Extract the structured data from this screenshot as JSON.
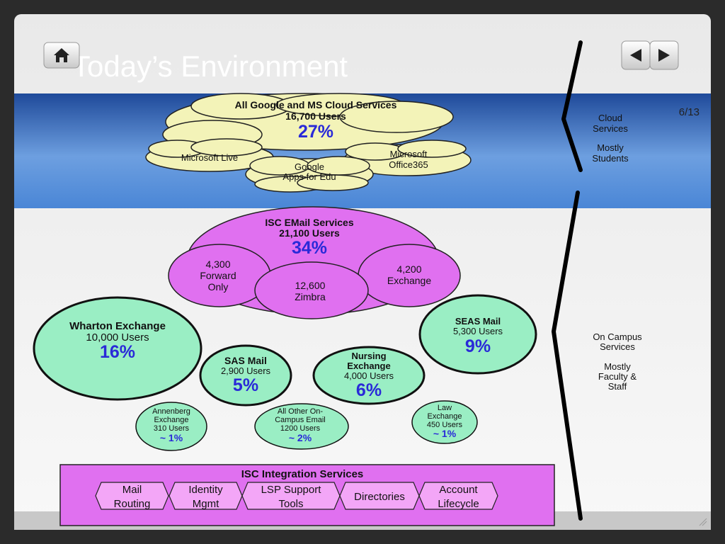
{
  "slide": {
    "title": "Today’s Environment",
    "page_number": "6/13"
  },
  "nav": {
    "home_icon": "home-icon",
    "prev_icon": "prev-arrow-icon",
    "next_icon": "next-arrow-icon"
  },
  "cloud_services": {
    "title": "All Google and MS Cloud Services",
    "users": "16,700 Users",
    "percent": "27%",
    "microsoft_live": "Microsoft Live",
    "google_line1": "Google",
    "google_line2": "Apps for Edu",
    "office_line1": "Microsoft",
    "office_line2": "Office365"
  },
  "isc_email": {
    "title": "ISC EMail Services",
    "users": "21,100 Users",
    "percent": "34%",
    "forward_line1": "4,300",
    "forward_line2": "Forward",
    "forward_line3": "Only",
    "zimbra_line1": "12,600",
    "zimbra_line2": "Zimbra",
    "exchange_line1": "4,200",
    "exchange_line2": "Exchange"
  },
  "wharton": {
    "title": "Wharton Exchange",
    "users": "10,000 Users",
    "percent": "16%"
  },
  "sas": {
    "title": "SAS Mail",
    "users": "2,900 Users",
    "percent": "5%"
  },
  "nursing": {
    "title_line1": "Nursing",
    "title_line2": "Exchange",
    "users": "4,000 Users",
    "percent": "6%"
  },
  "seas": {
    "title": "SEAS Mail",
    "users": "5,300 Users",
    "percent": "9%"
  },
  "annenberg": {
    "line1": "Annenberg",
    "line2": "Exchange",
    "users": "310 Users",
    "percent": "~ 1%"
  },
  "other": {
    "line1": "All Other On-",
    "line2": "Campus Email",
    "users": "1200 Users",
    "percent": "~ 2%"
  },
  "law": {
    "line1": "Law",
    "line2": "Exchange",
    "users": "450 Users",
    "percent": "~ 1%"
  },
  "integration": {
    "title": "ISC Integration Services",
    "items": [
      {
        "line1": "Mail",
        "line2": "Routing"
      },
      {
        "line1": "Identity",
        "line2": "Mgmt"
      },
      {
        "line1": "LSP Support",
        "line2": "Tools"
      },
      {
        "line1": "Directories",
        "line2": ""
      },
      {
        "line1": "Account",
        "line2": "Lifecycle"
      }
    ]
  },
  "side_labels": {
    "cloud_line1": "Cloud",
    "cloud_line2": "Services",
    "cloud_line3": "Mostly",
    "cloud_line4": "Students",
    "campus_line1": "On Campus",
    "campus_line2": "Services",
    "campus_line3": "Mostly",
    "campus_line4": "Faculty &",
    "campus_line5": "Staff"
  },
  "colors": {
    "cloud_fill": "#f3f3b8",
    "isc_fill": "#e070f0",
    "green_fill": "#9aeec4",
    "percent_blue": "#2a2ad8",
    "band_blue": "#4b87d6"
  }
}
